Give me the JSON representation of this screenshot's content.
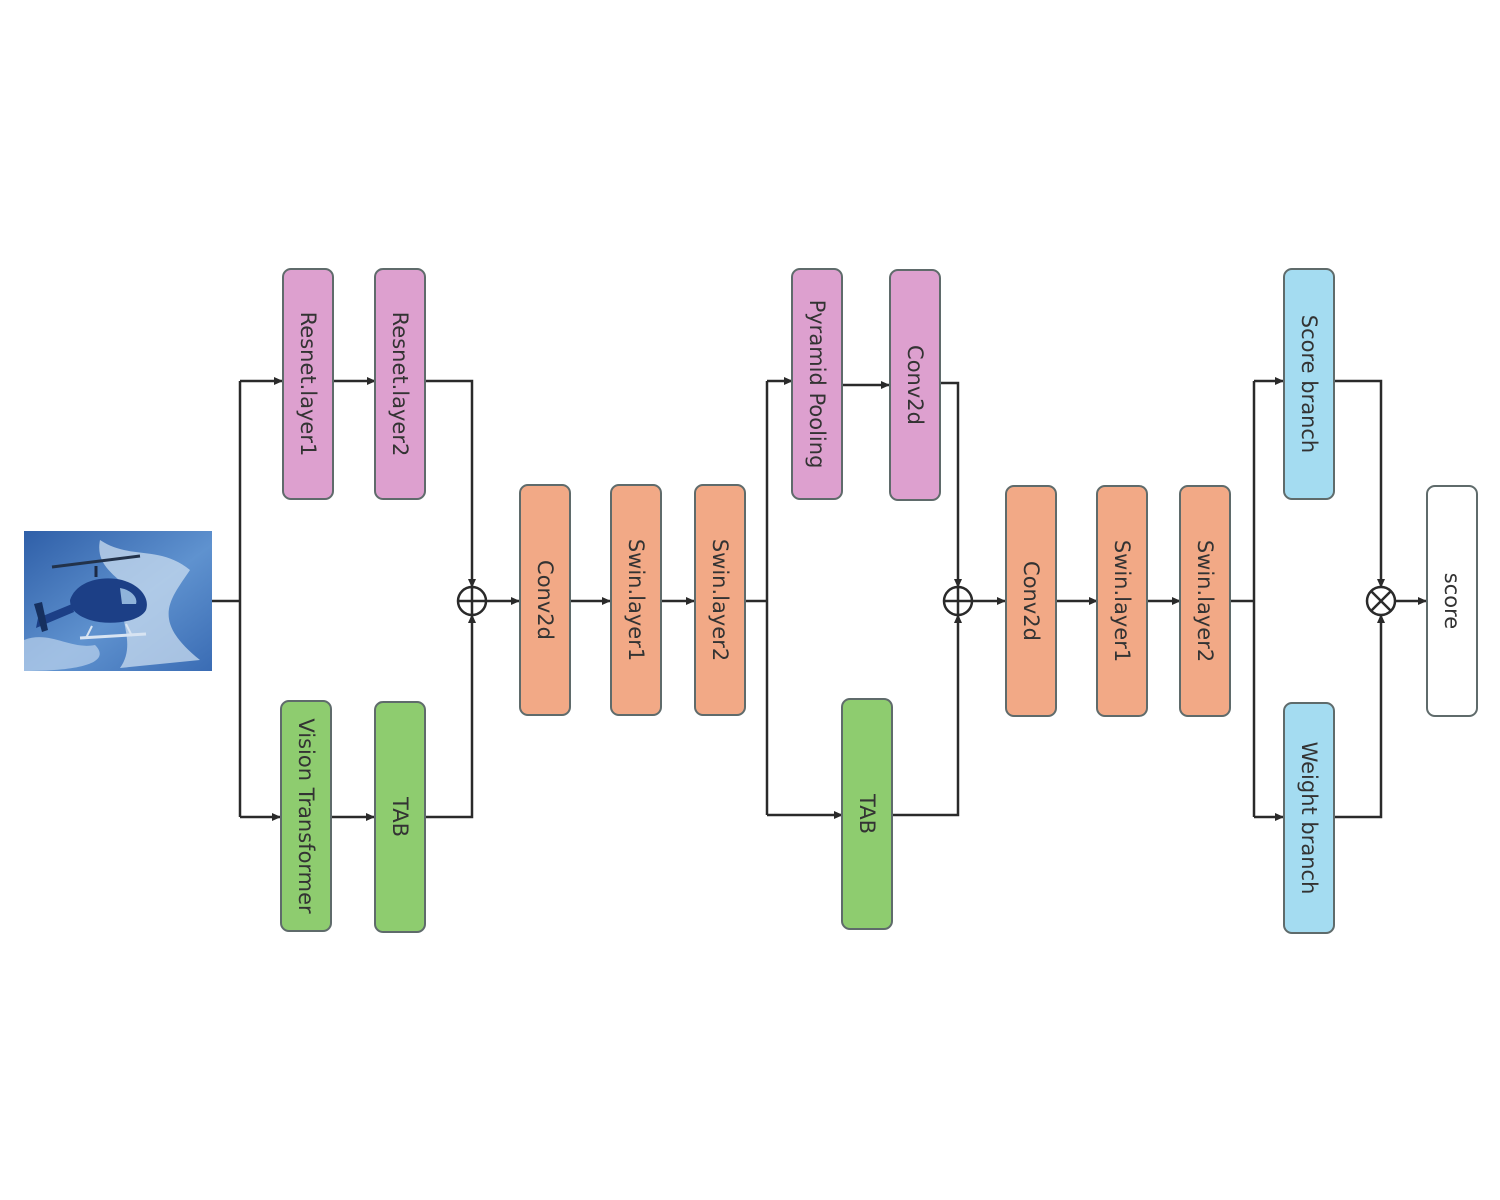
{
  "input_image": {
    "subject": "helicopter photo",
    "colors": {
      "sky": "#3d6fb8",
      "sky_light": "#c9dcef",
      "body": "#1c3f86"
    }
  },
  "colors": {
    "resnet_pink": "#dda0cf",
    "vit_green": "#8ecc6f",
    "swin_orange": "#f2a986",
    "head_blue": "#a4dcf1",
    "output_white": "#ffffff",
    "wire": "#2a2a2a"
  },
  "boxes": {
    "resnet_layer1": "Resnet.layer1",
    "resnet_layer2": "Resnet.layer2",
    "vision_transformer": "Vision Transformer",
    "tab_1": "TAB",
    "conv2d_1": "Conv2d",
    "swin_layer1_a": "Swin.layer1",
    "swin_layer2_a": "Swin.layer2",
    "pyramid_pooling": "Pyramid Pooling",
    "conv2d_top": "Conv2d",
    "tab_2": "TAB",
    "conv2d_2": "Conv2d",
    "swin_layer1_b": "Swin.layer1",
    "swin_layer2_b": "Swin.layer2",
    "score_branch": "Score branch",
    "weight_branch": "Weight branch",
    "score": "score"
  },
  "operators": {
    "add_1": "element-wise sum",
    "add_2": "element-wise sum",
    "multiply": "element-wise product"
  }
}
